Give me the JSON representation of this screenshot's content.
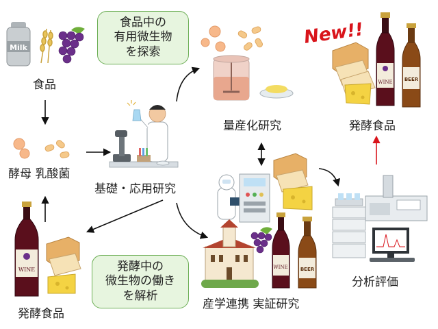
{
  "labels": {
    "food": "食品",
    "yeast_lactic": "酵母 乳酸菌",
    "fermented_food_left": "発酵食品",
    "basic_applied_research": "基礎・応用研究",
    "mass_production_research": "量産化研究",
    "fermented_food_right": "発酵食品",
    "industry_collab": "産学連携 実証研究",
    "analysis": "分析評価",
    "new_badge": "New!!"
  },
  "bubbles": {
    "top": [
      "食品中の",
      "有用微生物",
      "を探索"
    ],
    "bottom": [
      "発酵中の",
      "微生物の働き",
      "を解析"
    ]
  },
  "product_text": {
    "milk": "Milk",
    "wine": "WINE",
    "beer": "BEER"
  },
  "colors": {
    "bubble_fill": "#e7f5df",
    "bubble_border": "#6cae55",
    "new_red": "#d9141b",
    "arrow_black": "#111111",
    "arrow_red": "#d9141b"
  }
}
